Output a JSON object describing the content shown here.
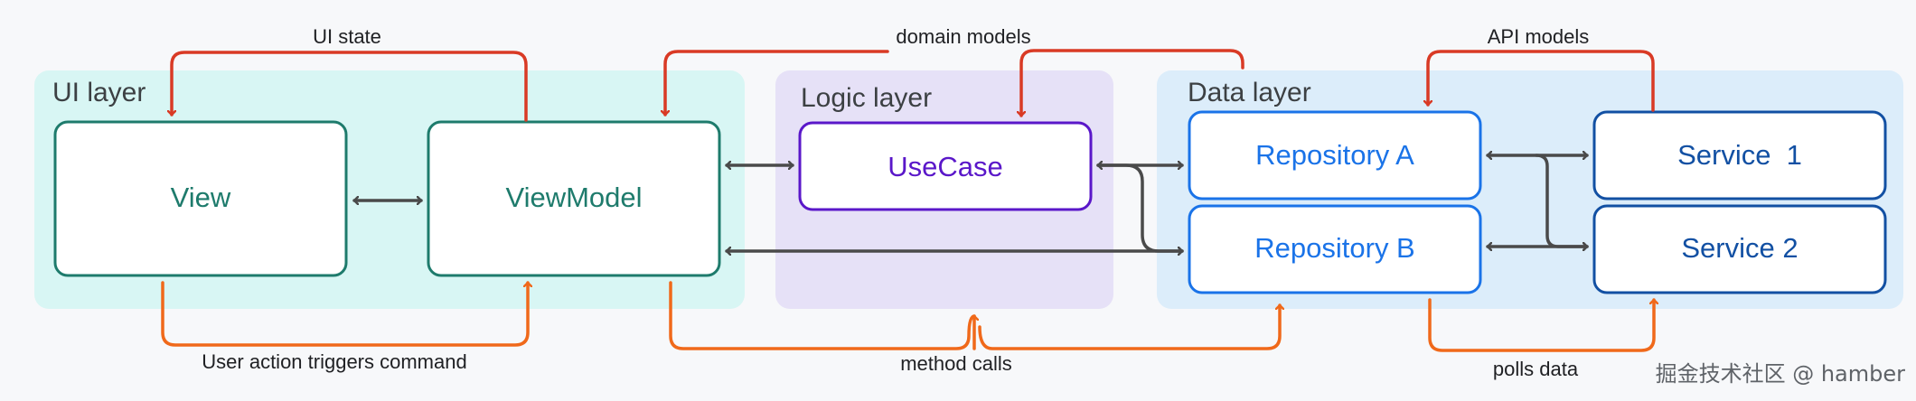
{
  "layers": {
    "ui": {
      "title": "UI layer",
      "bg": "#d8f6f4"
    },
    "logic": {
      "title": "Logic layer",
      "bg": "#e6e1f7"
    },
    "data": {
      "title": "Data layer",
      "bg": "#dcedfa"
    }
  },
  "nodes": {
    "view": {
      "label": "View",
      "color": "#1e7b6c"
    },
    "viewmodel": {
      "label": "ViewModel",
      "color": "#1e7b6c"
    },
    "usecase": {
      "label": "UseCase",
      "color": "#5a17c9"
    },
    "repo_a": {
      "label": "Repository A",
      "color": "#1a73e8"
    },
    "repo_b": {
      "label": "Repository B",
      "color": "#1a73e8"
    },
    "service1": {
      "label": "Service  1",
      "color": "#1250a3"
    },
    "service2": {
      "label": "Service 2",
      "color": "#1250a3"
    }
  },
  "flows": {
    "ui_state": "UI state",
    "domain_models": "domain models",
    "api_models": "API models",
    "user_action": "User action triggers command",
    "method_calls": "method calls",
    "polls_data": "polls data"
  },
  "colors": {
    "red_arrow": "#d93a25",
    "orange_arrow": "#f0691a",
    "gray_arrow": "#4a4a4a"
  },
  "watermark": "掘金技术社区 @ hamber"
}
